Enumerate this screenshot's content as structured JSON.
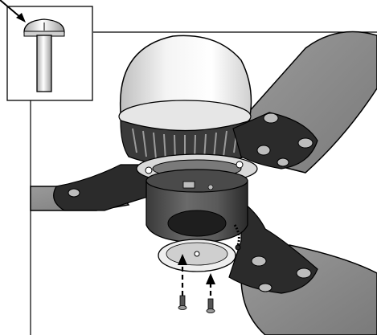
{
  "figure": {
    "callout": {
      "part_icon": "mushroom-head-screw-icon"
    },
    "parts": {
      "fan_motor_housing": "dome-motor-housing",
      "blades": [
        "blade-left",
        "blade-top-right",
        "blade-bottom-right"
      ],
      "blade_irons": [
        "blade-iron-left",
        "blade-iron-upper-right",
        "blade-iron-lower-right"
      ],
      "switch_cup": "switch-housing-cup",
      "cap_plate": "switch-housing-cap-plate",
      "screws_shown": 2,
      "pull_chain": "pull-chain"
    },
    "arrows": {
      "screw_insertion_arrows": 2,
      "style": "dashed-upward"
    },
    "colors": {
      "line": "#000000",
      "dark_metal": "#2b2b2b",
      "blade_gray": "#8c8c8c",
      "light_gray": "#d9d9d9",
      "white": "#ffffff"
    }
  }
}
